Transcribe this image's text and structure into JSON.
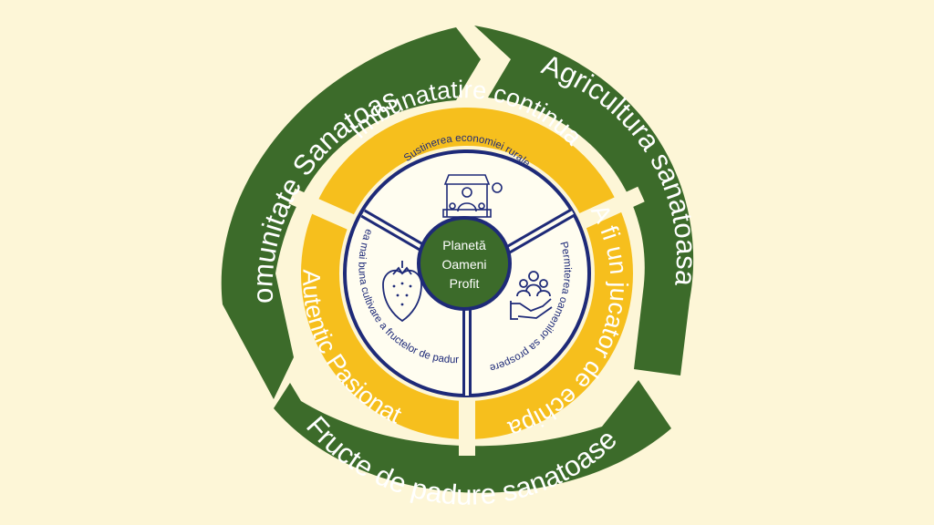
{
  "colors": {
    "background": "#fdf6d7",
    "green": "#3c6b2a",
    "yellow": "#f6bf1d",
    "navy": "#1e2a78",
    "white": "#ffffff"
  },
  "outer_ring": [
    {
      "label": "Comunitate Sanatoasa"
    },
    {
      "label": "Agricultura sanatoasa"
    },
    {
      "label": "Fructe de padure sanatoase"
    }
  ],
  "middle_ring": [
    {
      "label": "Imbunatatire continua"
    },
    {
      "label": "A fi un jucator de echipa"
    },
    {
      "label": "Autentic Pasionat"
    }
  ],
  "inner_segments": [
    {
      "label": "Sustinerea economiei rurale",
      "icon": "market-stall-icon"
    },
    {
      "label": "Permiterea oamenilor sa prospere",
      "icon": "hand-people-icon"
    },
    {
      "label": "Cea mai buna cultivare a fructelor de padure",
      "icon": "strawberry-icon"
    }
  ],
  "center": {
    "lines": [
      "Planetă",
      "Oameni",
      "Profit"
    ]
  }
}
